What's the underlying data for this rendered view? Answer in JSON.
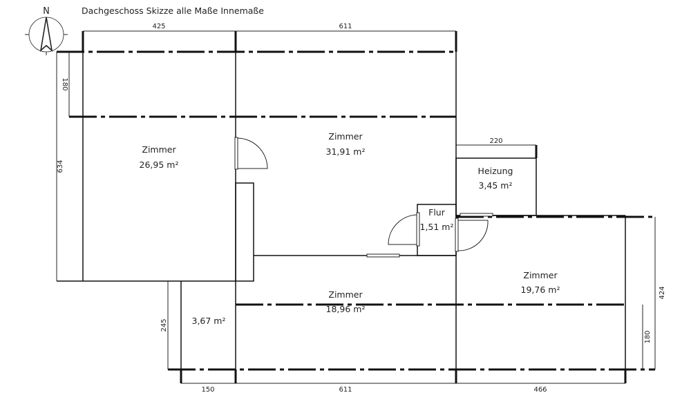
{
  "title": "Dachgeschoss Skizze alle Maße Innemaße",
  "compass": {
    "label": "N"
  },
  "unit_suffix": "m²",
  "rooms": [
    {
      "name": "Zimmer",
      "area": "26,95 m²"
    },
    {
      "name": "Zimmer",
      "area": "31,91 m²"
    },
    {
      "name": "Heizung",
      "area": "3,45 m²"
    },
    {
      "name": "Flur",
      "area": "1,51 m²"
    },
    {
      "name": "Zimmer",
      "area": "19,76 m²"
    },
    {
      "name": "Zimmer",
      "area": "18,96 m²"
    },
    {
      "name": "",
      "area": "3,67 m²"
    }
  ],
  "dimensions": {
    "top_left": "425",
    "top_right": "611",
    "left_total": "634",
    "left_slope": "180",
    "heizung_width": "220",
    "right_total": "424",
    "right_slope": "180",
    "bottom_left_height": "245",
    "bottom_1": "150",
    "bottom_2": "611",
    "bottom_3": "466"
  }
}
